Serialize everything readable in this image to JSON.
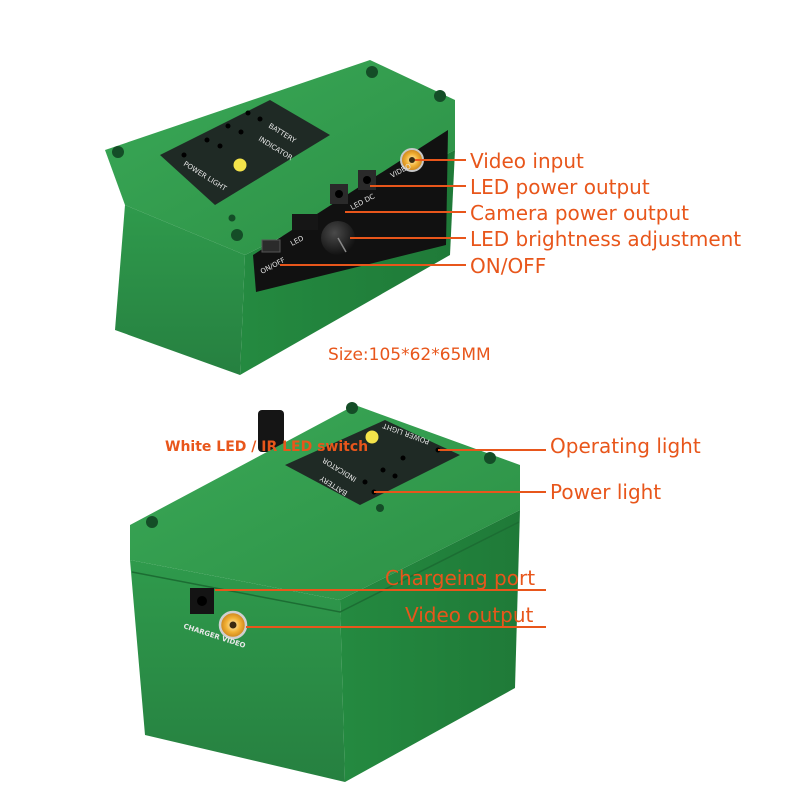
{
  "device_top": {
    "panel_labels": {
      "battery": "BATTERY",
      "indicator": "INDICATOR",
      "power_light": "POWER LIGHT"
    },
    "port_labels": {
      "video": "VIDEO",
      "led_dc": "LED DC",
      "led": "LED",
      "on_off": "ON/OFF"
    }
  },
  "device_bottom": {
    "panel_labels": {
      "battery": "BATTERY",
      "indicator": "INDICATOR",
      "power_light": "POWER LIGHT"
    },
    "port_labels": {
      "charger_video": "CHARGER VIDEO"
    }
  },
  "callouts_top": [
    "Video input",
    "LED power output",
    "Camera power output",
    "LED brightness adjustment",
    "ON/OFF"
  ],
  "size_label": "Size:105*62*65MM",
  "callouts_bottom": {
    "switch": "White LED / IR LED switch",
    "operating": "Operating light",
    "power": "Power light",
    "charging": "Chargeing port",
    "video_out": "Video output"
  },
  "colors": {
    "case_green": "#2f9a4a",
    "label_orange": "#e8561b",
    "panel_dark": "#1f2a25"
  }
}
